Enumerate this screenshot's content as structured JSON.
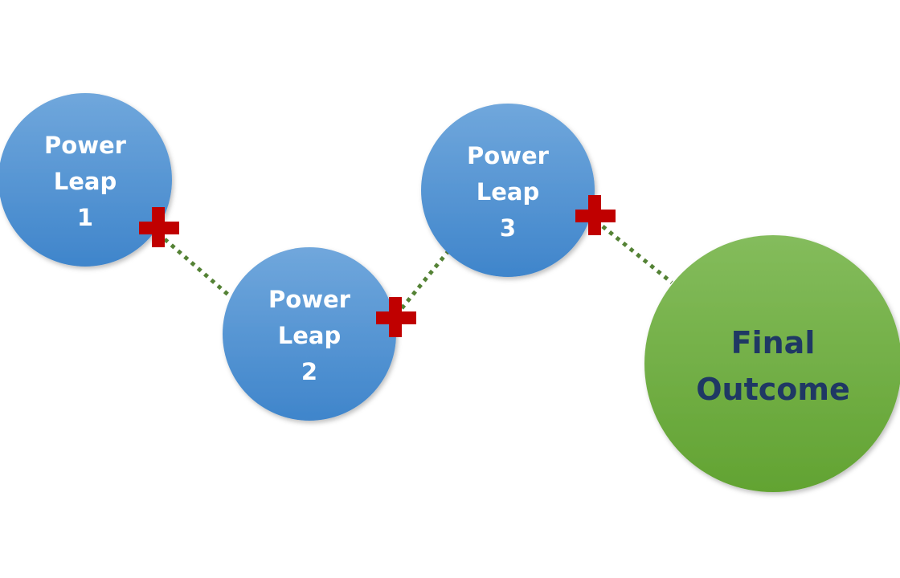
{
  "nodes": [
    {
      "lines": [
        "Power",
        "Leap",
        "1"
      ]
    },
    {
      "lines": [
        "Power",
        "Leap",
        "2"
      ]
    },
    {
      "lines": [
        "Power",
        "Leap",
        "3"
      ]
    },
    {
      "lines": [
        "Final",
        "Outcome"
      ]
    }
  ],
  "colors": {
    "blue_top": "#70a7dc",
    "blue_bottom": "#3f85cb",
    "green_top": "#84bc5c",
    "green_bottom": "#62a332",
    "plus": "#c00000",
    "connector": "#548235",
    "final_text": "#1f3864"
  }
}
